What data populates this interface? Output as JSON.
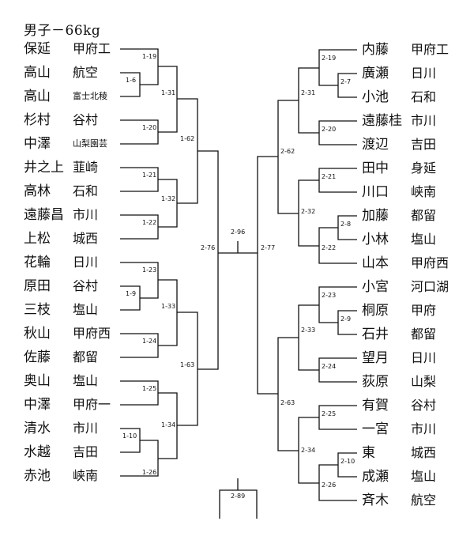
{
  "title": "男子－66kg",
  "left_players": [
    {
      "name": "保延",
      "school": "甲府工"
    },
    {
      "name": "高山",
      "school": "航空"
    },
    {
      "name": "高山",
      "school": "富士北稜"
    },
    {
      "name": "杉村",
      "school": "谷村"
    },
    {
      "name": "中澤",
      "school": "山梨園芸"
    },
    {
      "name": "井之上",
      "school": "韮崎"
    },
    {
      "name": "高林",
      "school": "石和"
    },
    {
      "name": "遠藤昌",
      "school": "市川"
    },
    {
      "name": "上松",
      "school": "城西"
    },
    {
      "name": "花輪",
      "school": "日川"
    },
    {
      "name": "原田",
      "school": "谷村"
    },
    {
      "name": "三枝",
      "school": "塩山"
    },
    {
      "name": "秋山",
      "school": "甲府西"
    },
    {
      "name": "佐藤",
      "school": "都留"
    },
    {
      "name": "奥山",
      "school": "塩山"
    },
    {
      "name": "中澤",
      "school": "甲府一"
    },
    {
      "name": "清水",
      "school": "市川"
    },
    {
      "name": "水越",
      "school": "吉田"
    },
    {
      "name": "赤池",
      "school": "峡南"
    }
  ],
  "right_players": [
    {
      "name": "内藤",
      "school": "甲府工"
    },
    {
      "name": "廣瀬",
      "school": "日川"
    },
    {
      "name": "小池",
      "school": "石和"
    },
    {
      "name": "遠藤桂",
      "school": "市川"
    },
    {
      "name": "渡辺",
      "school": "吉田"
    },
    {
      "name": "田中",
      "school": "身延"
    },
    {
      "name": "川口",
      "school": "峡南"
    },
    {
      "name": "加藤",
      "school": "都留"
    },
    {
      "name": "小林",
      "school": "塩山"
    },
    {
      "name": "山本",
      "school": "甲府西"
    },
    {
      "name": "小宮",
      "school": "河口湖"
    },
    {
      "name": "桐原",
      "school": "甲府"
    },
    {
      "name": "石井",
      "school": "都留"
    },
    {
      "name": "望月",
      "school": "日川"
    },
    {
      "name": "荻原",
      "school": "山梨"
    },
    {
      "name": "有賀",
      "school": "谷村"
    },
    {
      "name": "一宮",
      "school": "市川"
    },
    {
      "name": "東",
      "school": "城西"
    },
    {
      "name": "成瀬",
      "school": "塩山"
    },
    {
      "name": "斉木",
      "school": "航空"
    }
  ],
  "matches": {
    "L1_6": "1-6",
    "L1_19": "1-19",
    "L1_20": "1-20",
    "L1_31": "1-31",
    "L1_21": "1-21",
    "L1_22": "1-22",
    "L1_32": "1-32",
    "L1_62": "1-62",
    "L1_9": "1-9",
    "L1_23": "1-23",
    "L1_24": "1-24",
    "L1_33": "1-33",
    "L1_25": "1-25",
    "L1_10": "1-10",
    "L1_26": "1-26",
    "L1_34": "1-34",
    "L1_63": "1-63",
    "L2_76": "2-76",
    "C2_96": "2-96",
    "C2_89": "2-89",
    "R2_77": "2-77",
    "R2_62": "2-62",
    "R2_31": "2-31",
    "R2_19": "2-19",
    "R2_7": "2-7",
    "R2_20": "2-20",
    "R2_32": "2-32",
    "R2_21": "2-21",
    "R2_8": "2-8",
    "R2_22": "2-22",
    "R2_63": "2-63",
    "R2_33": "2-33",
    "R2_23": "2-23",
    "R2_9": "2-9",
    "R2_24": "2-24",
    "R2_34": "2-34",
    "R2_25": "2-25",
    "R2_10": "2-10",
    "R2_26": "2-26"
  }
}
